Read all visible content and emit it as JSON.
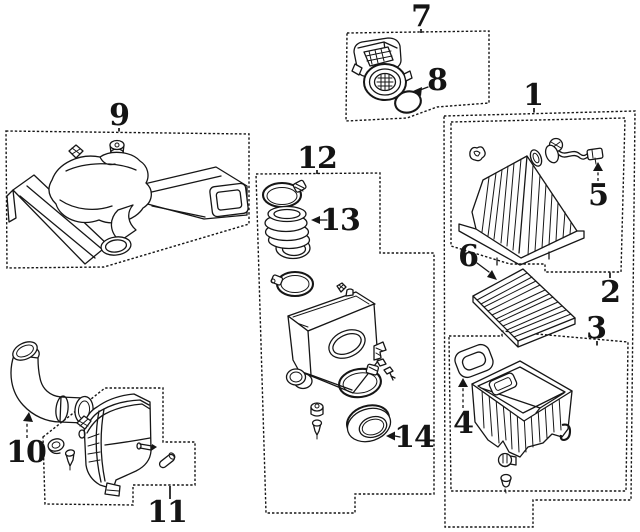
{
  "diagram": {
    "background_color": "#ffffff",
    "line_color": "#161616",
    "callouts": {
      "c1": "1",
      "c2": "2",
      "c3": "3",
      "c4": "4",
      "c5": "5",
      "c6": "6",
      "c7": "7",
      "c8": "8",
      "c9": "9",
      "c10": "10",
      "c11": "11",
      "c12": "12",
      "c13": "13",
      "c14": "14"
    }
  }
}
